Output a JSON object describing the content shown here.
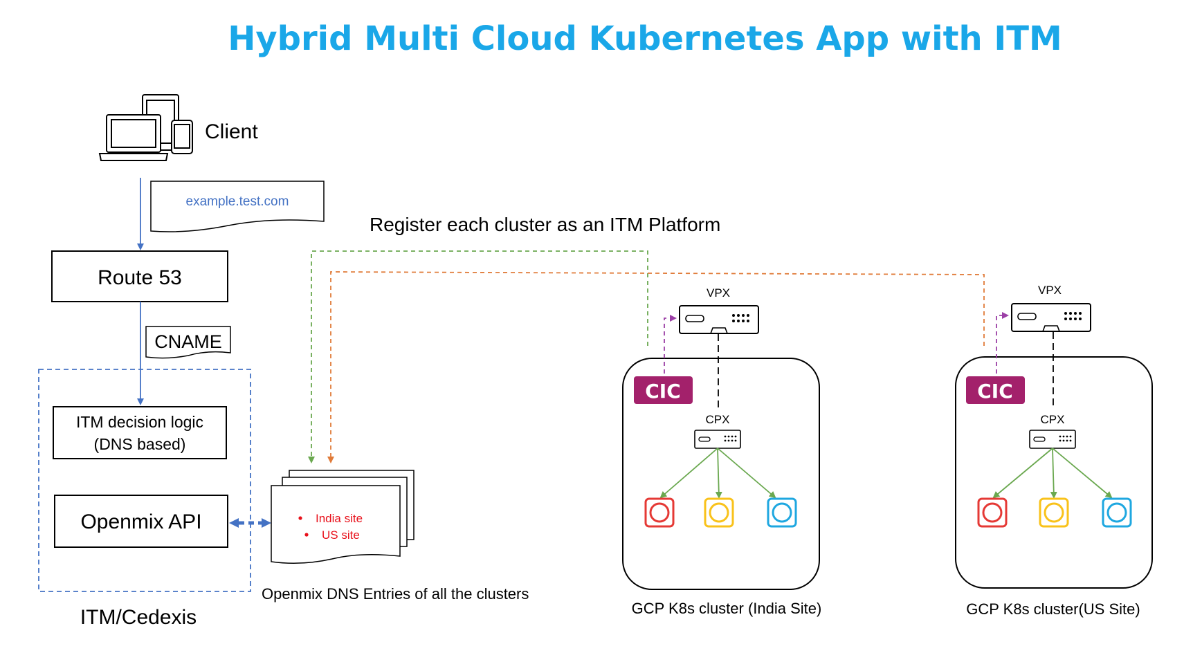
{
  "title": "Hybrid Multi Cloud Kubernetes App with ITM",
  "client": {
    "label": "Client"
  },
  "request": {
    "domain": "example.test.com"
  },
  "route53": {
    "label": "Route 53"
  },
  "cname": {
    "label": "CNAME"
  },
  "itm": {
    "decision_line1": "ITM decision logic",
    "decision_line2": "(DNS based)",
    "openmix_api": "Openmix API",
    "group_label": "ITM/Cedexis"
  },
  "register_label": "Register each cluster as an ITM Platform",
  "dns_entries": {
    "items": [
      "India site",
      "US site"
    ],
    "caption": "Openmix DNS Entries of all the clusters"
  },
  "clusters": [
    {
      "vpx": "VPX",
      "cic": "CIC",
      "cpx": "CPX",
      "caption": "GCP K8s cluster (India Site)"
    },
    {
      "vpx": "VPX",
      "cic": "CIC",
      "cpx": "CPX",
      "caption": "GCP K8s cluster(US Site)"
    }
  ],
  "colors": {
    "title": "#1aa7e8",
    "link_blue": "#4472c4",
    "green_dash": "#6aa84f",
    "orange_dash": "#e07b39",
    "purple_dash": "#9b3fa6",
    "cic_badge": "#a3216b",
    "pod_red": "#e53935",
    "pod_yellow": "#f9c21a",
    "pod_blue": "#1ea7e0",
    "dns_red": "#e8101a"
  },
  "icons": [
    "devices-icon",
    "vpx-appliance-icon",
    "cpx-appliance-icon",
    "pod-icon"
  ]
}
